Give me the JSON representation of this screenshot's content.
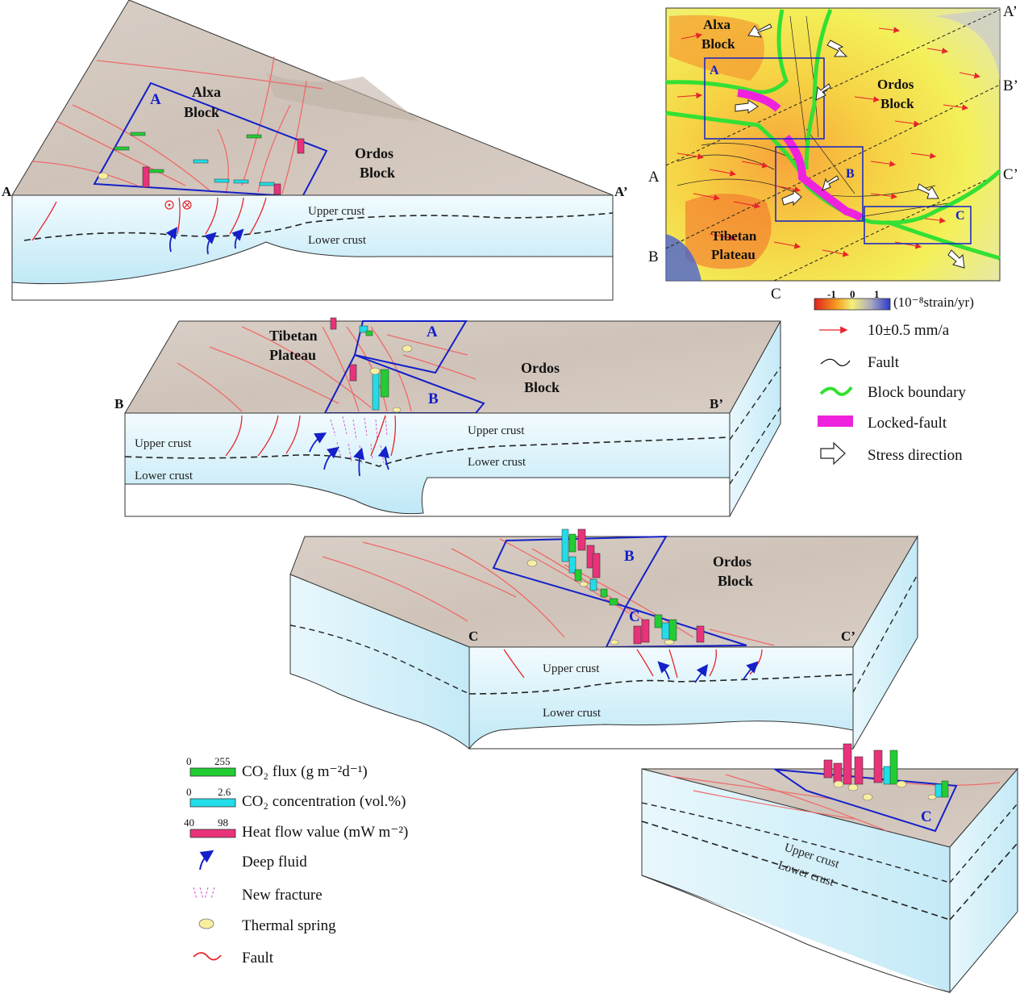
{
  "section_AA": {
    "end_left": "A",
    "end_right": "A’",
    "block_alxa": "Alxa Block",
    "block_ordos": "Ordos Block",
    "box": "A",
    "upper": "Upper crust",
    "lower": "Lower crust"
  },
  "section_BB": {
    "end_left": "B",
    "end_right": "B’",
    "block_tibet": "Tibetan Plateau",
    "block_ordos": "Ordos Block",
    "box_a": "A",
    "box_b": "B",
    "upper_left": "Upper crust",
    "upper_right": "Upper crust",
    "lower_left": "Lower crust",
    "lower_right": "Lower crust"
  },
  "section_CC": {
    "end_left": "C",
    "end_right": "C’",
    "block_ordos": "Ordos Block",
    "box_b": "B",
    "box_c": "C",
    "upper": "Upper crust",
    "lower": "Lower crust"
  },
  "section_C_block": {
    "box_c": "C",
    "upper": "Upper crust",
    "lower": "Lower crust"
  },
  "map": {
    "block_alxa": "Alxa Block",
    "block_ordos": "Ordos Block",
    "block_tibet": "Tibetan Plateau",
    "box_a": "A",
    "box_b": "B",
    "box_c": "C",
    "profile_labels": {
      "A": "A",
      "A_end": "A’",
      "B": "B",
      "B_end": "B’",
      "C": "C",
      "C_end": "C’"
    },
    "strain_scale": {
      "ticks": [
        "-1",
        "0",
        "1"
      ],
      "unit": "(10⁻⁸strain/yr)"
    }
  },
  "map_legend": {
    "velocity": "10±0.5 mm/a",
    "fault": "Fault",
    "boundary": "Block boundary",
    "locked": "Locked-fault",
    "stress": "Stress direction"
  },
  "legend": {
    "co2_flux": {
      "min": "0",
      "max": "255",
      "label": "CO₂ flux (g m⁻²d⁻¹)"
    },
    "co2_conc": {
      "min": "0",
      "max": "2.6",
      "label": "CO₂ concentration (vol.%)"
    },
    "heat_flow": {
      "min": "40",
      "max": "98",
      "label": "Heat flow value (mW m⁻²)"
    },
    "deep_fluid": "Deep fluid",
    "new_fracture": "New fracture",
    "thermal_spring": "Thermal spring",
    "fault": "Fault"
  },
  "colors": {
    "co2_flux": "#22cc33",
    "co2_conc": "#22dde8",
    "heat_flow": "#e8337a",
    "boundary": "#33e033",
    "locked": "#ee22dd",
    "box": "#1420c8",
    "fault": "#e8242a",
    "crust": "#cdeef8"
  }
}
